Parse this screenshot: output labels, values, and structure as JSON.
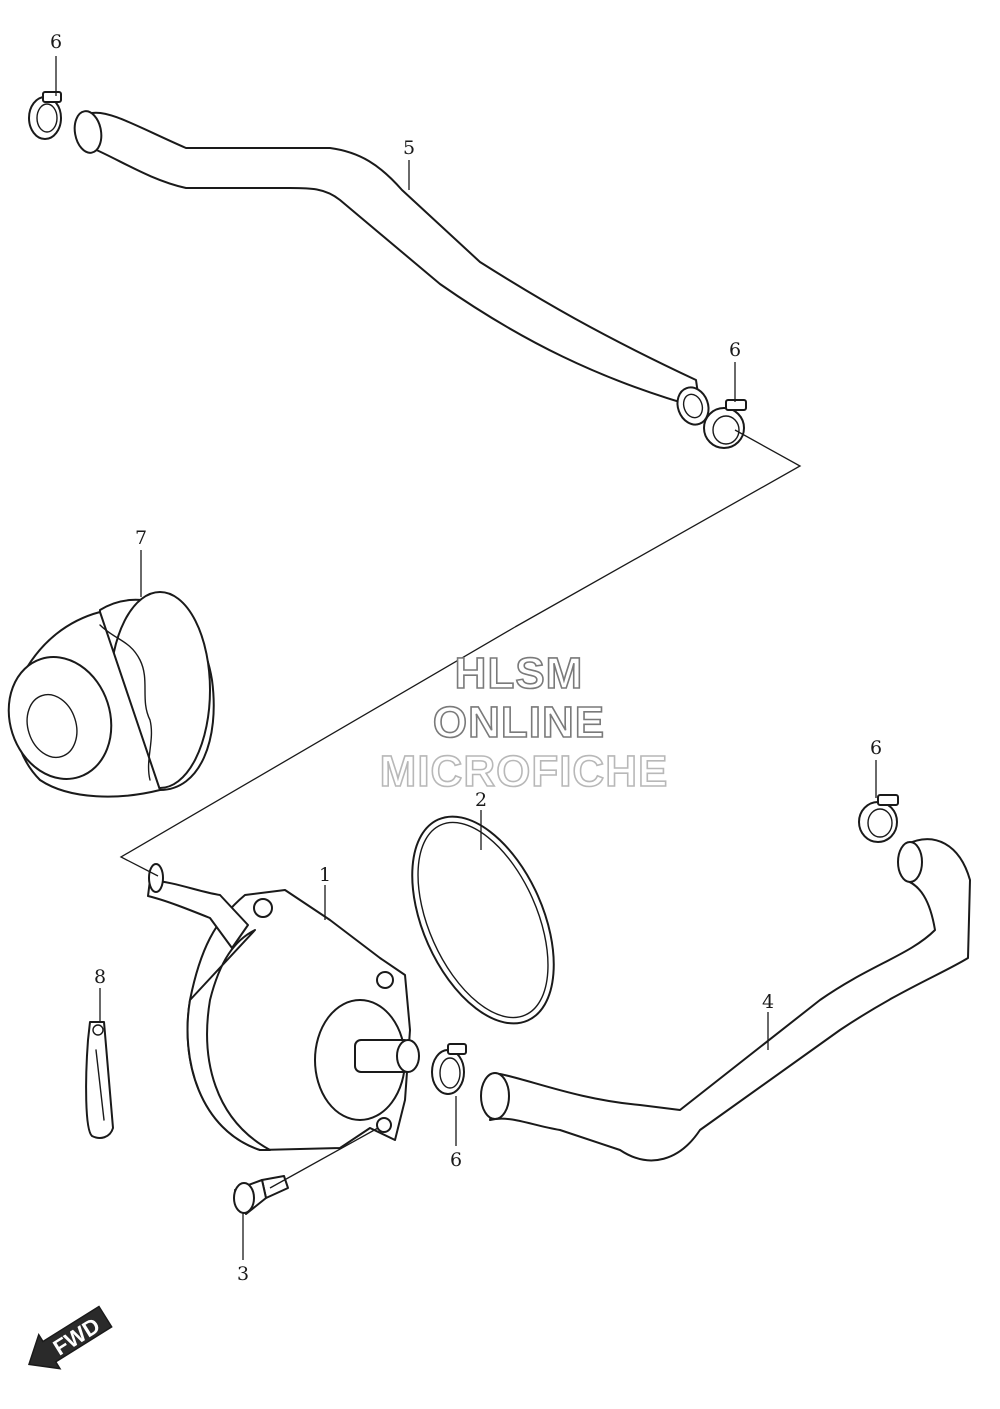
{
  "watermark": {
    "line1": "HLSM",
    "line2": "ONLINE",
    "line3": "MICROFICHE"
  },
  "direction_badge": {
    "label": "FWD",
    "icon": "left-down-arrow-icon"
  },
  "callouts": {
    "cooler": "1",
    "o_ring": "2",
    "bolt": "3",
    "lower_hose": "4",
    "upper_hose": "5",
    "clamp_top_left": "6",
    "clamp_upper_right": "6",
    "clamp_right": "6",
    "clamp_lower": "6",
    "oil_filter": "7",
    "clip": "8"
  }
}
